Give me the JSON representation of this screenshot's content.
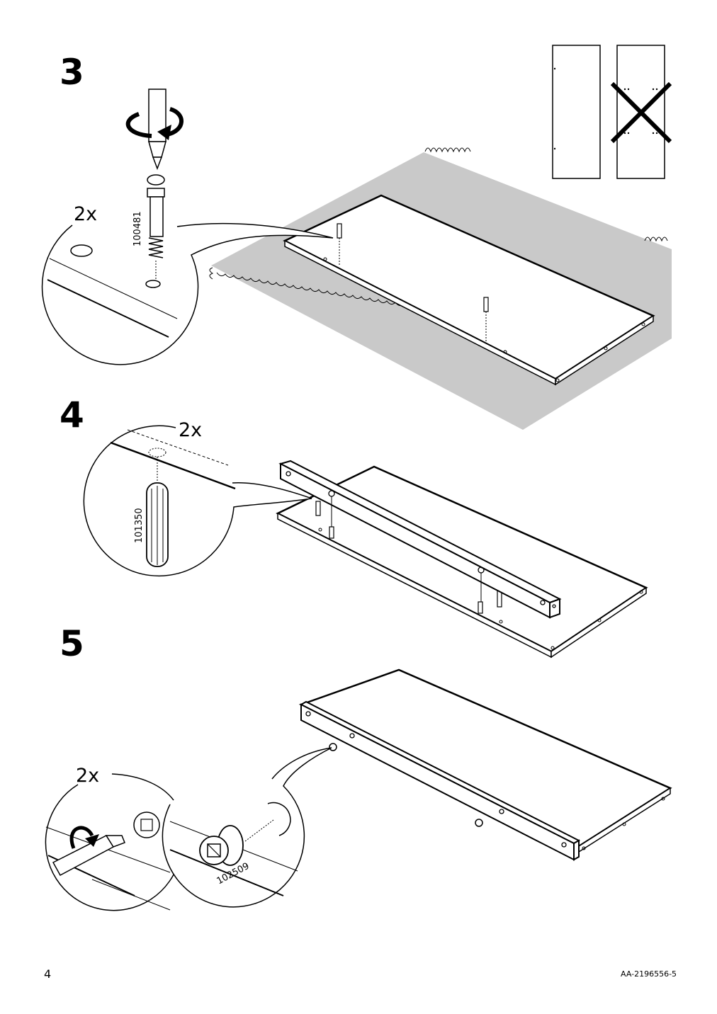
{
  "steps": [
    {
      "number": "3",
      "quantity": "2x",
      "part_code": "100481"
    },
    {
      "number": "4",
      "quantity": "2x",
      "part_code": "101350"
    },
    {
      "number": "5",
      "quantity": "2x",
      "part_code": "102509"
    }
  ],
  "footer": {
    "page_number": "4",
    "document_code": "AA-2196556-5"
  }
}
